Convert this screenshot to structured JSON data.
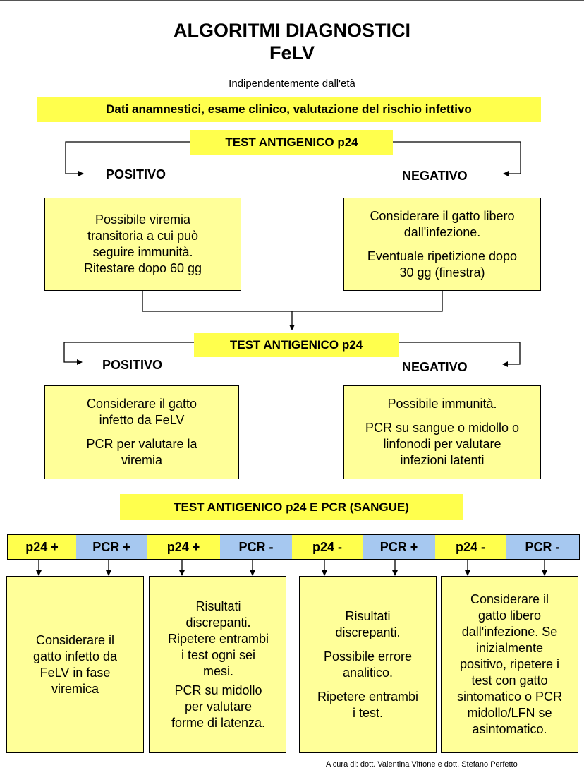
{
  "title_line1": "ALGORITMI DIAGNOSTICI",
  "title_line2": "FeLV",
  "subtitle": "Indipendentemente dall'età",
  "banner": "Dati anamnestici, esame clinico, valutazione del rischio infettivo",
  "step1": {
    "test": "TEST ANTIGENICO p24",
    "pos_label": "POSITIVO",
    "neg_label": "NEGATIVO",
    "pos_box": [
      "Possibile viremia",
      "transitoria a cui può",
      "seguire immunità.",
      "Ritestare dopo 60 gg"
    ],
    "neg_box_p1": [
      "Considerare il gatto libero",
      "dall'infezione."
    ],
    "neg_box_p2": [
      "Eventuale ripetizione dopo",
      "30 gg (finestra)"
    ]
  },
  "step2": {
    "test": "TEST ANTIGENICO p24",
    "pos_label": "POSITIVO",
    "neg_label": "NEGATIVO",
    "pos_box_p1": [
      "Considerare il gatto",
      "infetto da FeLV"
    ],
    "pos_box_p2": [
      "PCR per valutare la",
      "viremia"
    ],
    "neg_box_p1": [
      "Possibile immunità."
    ],
    "neg_box_p2": [
      "PCR su sangue o midollo o",
      "linfonodi per valutare",
      "infezioni latenti"
    ]
  },
  "step3": {
    "test": "TEST ANTIGENICO p24 E PCR (SANGUE)",
    "cells": [
      "p24 +",
      "PCR +",
      "p24 +",
      "PCR -",
      "p24 -",
      "PCR +",
      "p24 -",
      "PCR -"
    ],
    "box1": [
      "Considerare il",
      "gatto infetto da",
      "FeLV in fase",
      "viremica"
    ],
    "box2_p1": [
      "Risultati",
      "discrepanti.",
      "Ripetere entrambi",
      "i test ogni sei",
      "mesi."
    ],
    "box2_p2": [
      "PCR su midollo",
      "per valutare",
      "forme di latenza."
    ],
    "box3_p1": [
      "Risultati",
      "discrepanti."
    ],
    "box3_p2": [
      "Possibile errore",
      "analitico."
    ],
    "box3_p3": [
      "Ripetere entrambi",
      "i test."
    ],
    "box4": [
      "Considerare il",
      "gatto libero",
      "dall'infezione.   Se",
      "inizialmente",
      "positivo, ripetere i",
      "test con gatto",
      "sintomatico o PCR",
      "midollo/LFN se",
      "asintomatico."
    ]
  },
  "credit": "A cura di: dott. Valentina Vittone e dott. Stefano Perfetto",
  "colors": {
    "band": "#ffff4d",
    "box": "#ffff99",
    "pcr_cell": "#a6c8f0"
  }
}
